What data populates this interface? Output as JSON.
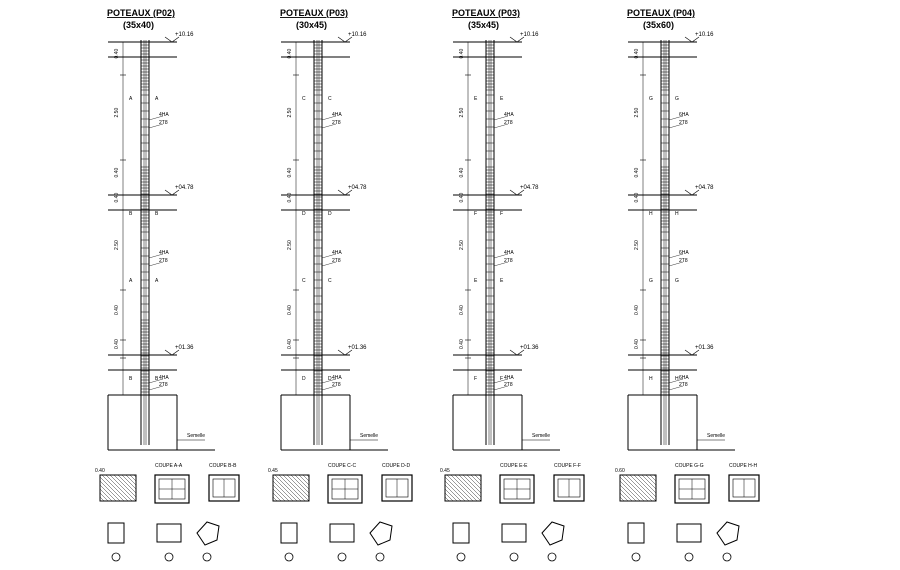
{
  "columns": [
    {
      "title": "POTEAUX (P02)",
      "size": "(35x40)",
      "level_top": "+10.16",
      "level_mid": "+04.78",
      "level_low": "+01.36",
      "label_bottom": "Semelle",
      "sec1": "A",
      "sec2": "B",
      "coupe1": "COUPE A-A",
      "coupe2": "COUPE B-B",
      "width_label": "0.40",
      "rebar": "4HA",
      "stirrup": "2T8"
    },
    {
      "title": "POTEAUX (P03)",
      "size": "(30x45)",
      "level_top": "+10.16",
      "level_mid": "+04.78",
      "level_low": "+01.36",
      "label_bottom": "Semelle",
      "sec1": "C",
      "sec2": "D",
      "coupe1": "COUPE C-C",
      "coupe2": "COUPE D-D",
      "width_label": "0.45",
      "rebar": "4HA",
      "stirrup": "2T8"
    },
    {
      "title": "POTEAUX (P03)",
      "size": "(35x45)",
      "level_top": "+10.16",
      "level_mid": "+04.78",
      "level_low": "+01.36",
      "label_bottom": "Semelle",
      "sec1": "E",
      "sec2": "F",
      "coupe1": "COUPE E-E",
      "coupe2": "COUPE F-F",
      "width_label": "0.45",
      "rebar": "4HA",
      "stirrup": "2T8"
    },
    {
      "title": "POTEAUX (P04)",
      "size": "(35x60)",
      "level_top": "+10.16",
      "level_mid": "+04.78",
      "level_low": "+01.36",
      "label_bottom": "Semelle",
      "sec1": "G",
      "sec2": "H",
      "coupe1": "COUPE G-G",
      "coupe2": "COUPE H-H",
      "width_label": "0.60",
      "rebar": "6HA",
      "stirrup": "2T8"
    }
  ],
  "dims": {
    "d1": "0.40",
    "d2": "2.50",
    "d3": "0.40",
    "d4": "0.40",
    "d5": "2.50",
    "d6": "0.40",
    "d7": "0.40"
  }
}
